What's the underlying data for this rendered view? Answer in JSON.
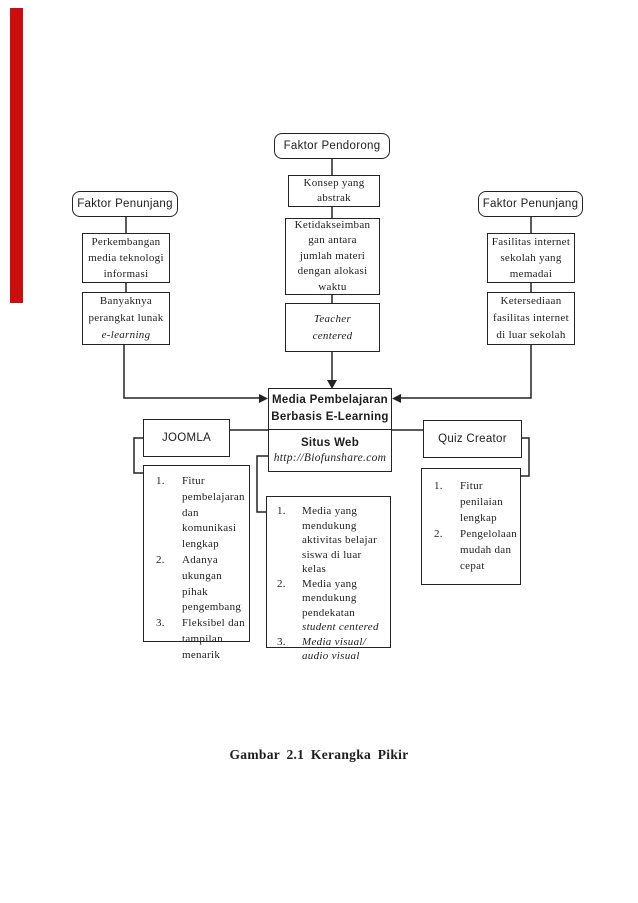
{
  "colors": {
    "red_bar": "#cc0d0d",
    "line": "#242424"
  },
  "top": {
    "label": "Faktor Pendorong"
  },
  "center": {
    "konsep_lines": [
      "Konsep yang",
      "abstrak"
    ],
    "ketidak_lines": [
      "Ketidakseimban",
      "gan antara",
      "jumlah materi",
      "dengan alokasi",
      "waktu"
    ],
    "teacher_lines": [
      "Teacher",
      "centered"
    ],
    "media_title_lines": [
      "Media Pembelajaran",
      "Berbasis E-Learning"
    ],
    "situs_label": "Situs Web",
    "situs_url": "http://Biofunshare.com",
    "list": {
      "items": [
        {
          "num": "1.",
          "text": "Media yang mendukung aktivitas belajar siswa di luar kelas",
          "italic": ""
        },
        {
          "num": "2.",
          "text": "Media yang mendukung pendekatan ",
          "italic": "student centered"
        },
        {
          "num": "3.",
          "text": "",
          "italic": "Media visual/ audio visual"
        }
      ]
    }
  },
  "left": {
    "header": "Faktor Penunjang",
    "box1_lines": [
      "Perkembangan",
      "media teknologi",
      "informasi"
    ],
    "box2_lines": [
      "Banyaknya",
      "perangkat lunak"
    ],
    "box2_italic": "e-learning",
    "joomla_label": "JOOMLA",
    "list": {
      "items": [
        {
          "num": "1.",
          "text": "Fitur pembelajaran dan komunikasi lengkap"
        },
        {
          "num": "2.",
          "text": "Adanya ukungan pihak pengembang"
        },
        {
          "num": "3.",
          "text": "Fleksibel dan tampilan menarik"
        }
      ]
    }
  },
  "right": {
    "header": "Faktor Penunjang",
    "box1_lines": [
      "Fasilitas internet",
      "sekolah yang",
      "memadai"
    ],
    "box2_lines": [
      "Ketersediaan",
      "fasilitas internet",
      "di luar sekolah"
    ],
    "quiz_label": "Quiz Creator",
    "list": {
      "items": [
        {
          "num": "1.",
          "text": "Fitur penilaian lengkap"
        },
        {
          "num": "2.",
          "text": "Pengelolaan mudah dan cepat"
        }
      ]
    }
  },
  "caption": "Gambar 2.1 Kerangka Pikir"
}
